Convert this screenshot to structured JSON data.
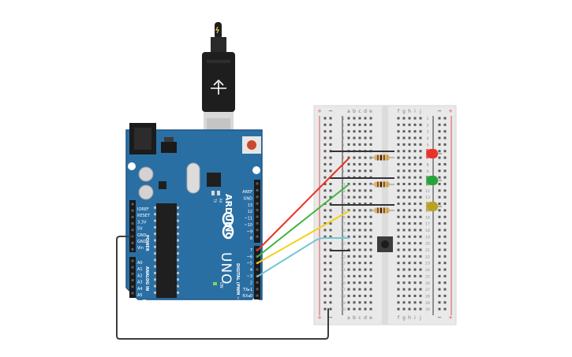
{
  "board": {
    "brand": "ARDUINO",
    "model": "UNO",
    "on_label": "ON",
    "tx_label": "TX",
    "rx_label": "RX",
    "power_header": "POWER",
    "analog_header": "ANALOG IN",
    "digital_header": "DIGITAL (PWM ~)",
    "power_pins": [
      "IOREF",
      "RESET",
      "3.3V",
      "5V",
      "GND",
      "GND",
      "Vin"
    ],
    "analog_pins": [
      "A0",
      "A1",
      "A2",
      "A3",
      "A4",
      "A5"
    ],
    "digital_top": [
      "AREF",
      "GND",
      "13",
      "12",
      "~11",
      "~10",
      "~9",
      "8"
    ],
    "digital_bottom": [
      "7",
      "~6",
      "~5",
      "4",
      "~3",
      "2",
      "TX▸1",
      "RX◂0"
    ]
  },
  "breadboard": {
    "cols_left": [
      "a",
      "b",
      "c",
      "d",
      "e"
    ],
    "cols_right": [
      "f",
      "g",
      "h",
      "i",
      "j"
    ],
    "rail_plus": "+",
    "rail_minus": "−",
    "row_numbers": [
      "1",
      "2",
      "3",
      "4",
      "5",
      "6",
      "7",
      "8",
      "9",
      "10",
      "11",
      "12",
      "13",
      "14",
      "15",
      "16",
      "17",
      "18",
      "19",
      "20",
      "21",
      "22",
      "23",
      "24",
      "25",
      "26",
      "27",
      "28",
      "29",
      "30"
    ]
  },
  "leds": [
    {
      "name": "red",
      "color": "#e8322a"
    },
    {
      "name": "green",
      "color": "#28a33a"
    },
    {
      "name": "yellow",
      "color": "#b7a326"
    }
  ],
  "wires": [
    {
      "name": "red",
      "color": "#e8322a"
    },
    {
      "name": "green",
      "color": "#41b53c"
    },
    {
      "name": "yellow",
      "color": "#f1d21a"
    },
    {
      "name": "cyan",
      "color": "#74c6d3"
    },
    {
      "name": "ground",
      "color": "#3d3d3d"
    }
  ],
  "colors": {
    "board": "#2a6fa4",
    "board_edge": "#1d5686",
    "breadboard": "#e9e9e9"
  }
}
